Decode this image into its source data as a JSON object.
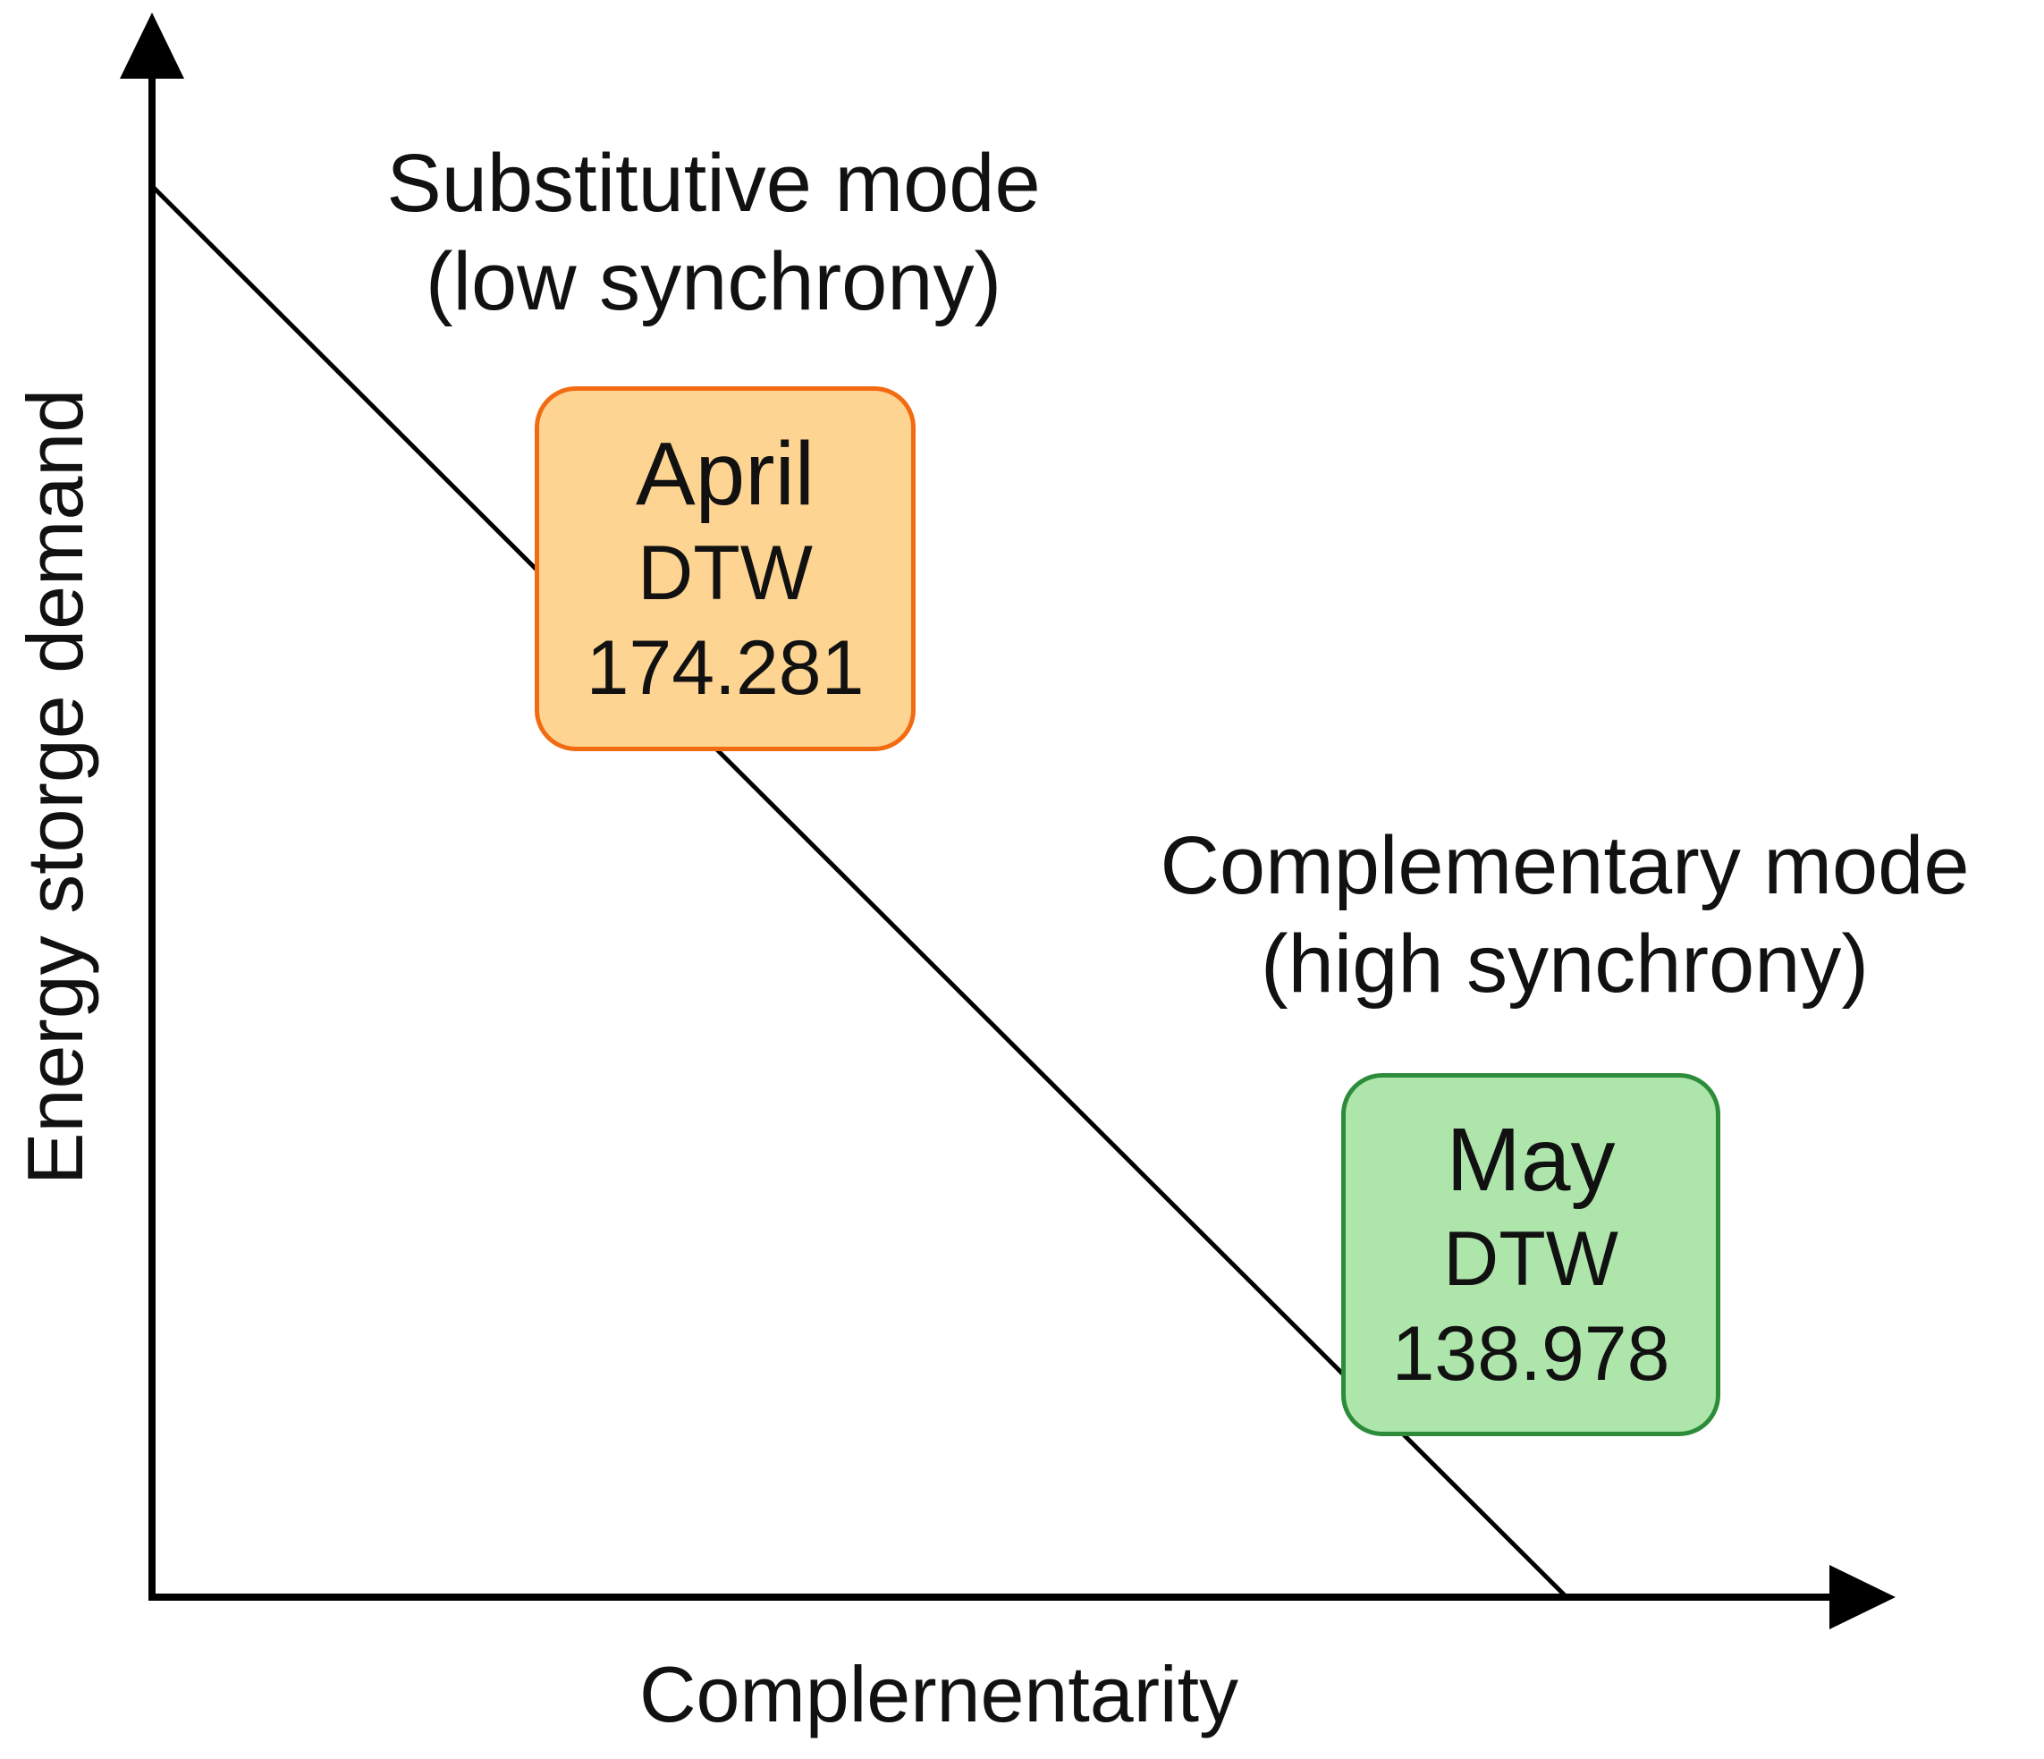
{
  "axes": {
    "y_label": "Energy storge demand",
    "x_label": "Complernentarity"
  },
  "modes": [
    {
      "title_line1": "Substitutive mode",
      "title_line2": "(low synchrony)",
      "month": "April",
      "metric": "DTW",
      "value": "174.281",
      "fill_color": "#FDD491",
      "border_color": "#F26B12"
    },
    {
      "title_line1": "Complementary mode",
      "title_line2": "(high synchrony)",
      "month": "May",
      "metric": "DTW",
      "value": "138.978",
      "fill_color": "#ADE5AB",
      "border_color": "#2C8C3A"
    }
  ]
}
